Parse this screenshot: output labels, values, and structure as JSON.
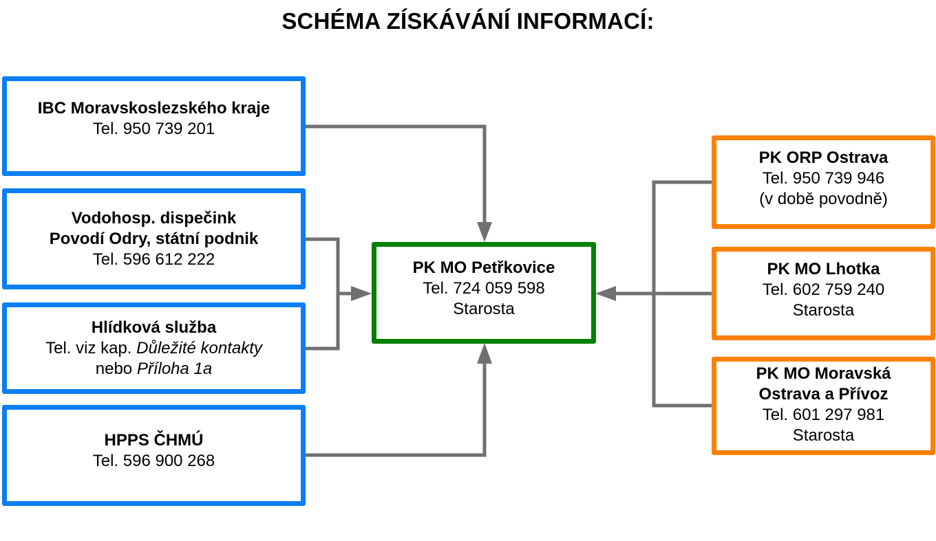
{
  "title": "SCHÉMA ZÍSKÁVÁNÍ INFORMACÍ:",
  "colors": {
    "sources": "#0a7ff5",
    "center": "#008000",
    "neighbors": "#ff8000",
    "connector": "#707070"
  },
  "sources": [
    {
      "name": "IBC Moravskoslezského kraje",
      "tel": "Tel. 950 739 201"
    },
    {
      "name_line1": "Vodohosp. dispečink",
      "name_line2": "Povodí Odry, státní podnik",
      "tel": "Tel. 596 612 222"
    },
    {
      "name": "Hlídková služba",
      "tel_prefix": "Tel. viz kap. ",
      "tel_ref": "Důležité kontakty",
      "alt_prefix": "nebo ",
      "alt_ref": "Příloha 1a"
    },
    {
      "name": "HPPS ČHMÚ",
      "tel": "Tel. 596 900 268"
    }
  ],
  "center": {
    "name": "PK MO Petřkovice",
    "tel": "Tel. 724 059 598",
    "role": "Starosta"
  },
  "neighbors": [
    {
      "name": "PK ORP Ostrava",
      "tel": "Tel. 950 739 946",
      "note": "(v době povodně)"
    },
    {
      "name": "PK MO Lhotka",
      "tel": "Tel. 602 759 240",
      "role": "Starosta"
    },
    {
      "name_line1": "PK MO Moravská",
      "name_line2": "Ostrava a Přívoz",
      "tel": "Tel. 601 297 981",
      "role": "Starosta"
    }
  ],
  "connections": [
    {
      "from": "IBC Moravskoslezského kraje",
      "to": "PK MO Petřkovice",
      "enters": "top"
    },
    {
      "from": "Vodohosp. dispečink",
      "to": "PK MO Petřkovice",
      "enters": "left"
    },
    {
      "from": "Hlídková služba",
      "to": "PK MO Petřkovice",
      "enters": "left"
    },
    {
      "from": "HPPS ČHMÚ",
      "to": "PK MO Petřkovice",
      "enters": "bottom"
    },
    {
      "from": "PK ORP Ostrava",
      "to": "PK MO Petřkovice",
      "enters": "right"
    },
    {
      "from": "PK MO Lhotka",
      "to": "PK MO Petřkovice",
      "enters": "right"
    },
    {
      "from": "PK MO Moravská Ostrava a Přívoz",
      "to": "PK MO Petřkovice",
      "enters": "right"
    }
  ]
}
